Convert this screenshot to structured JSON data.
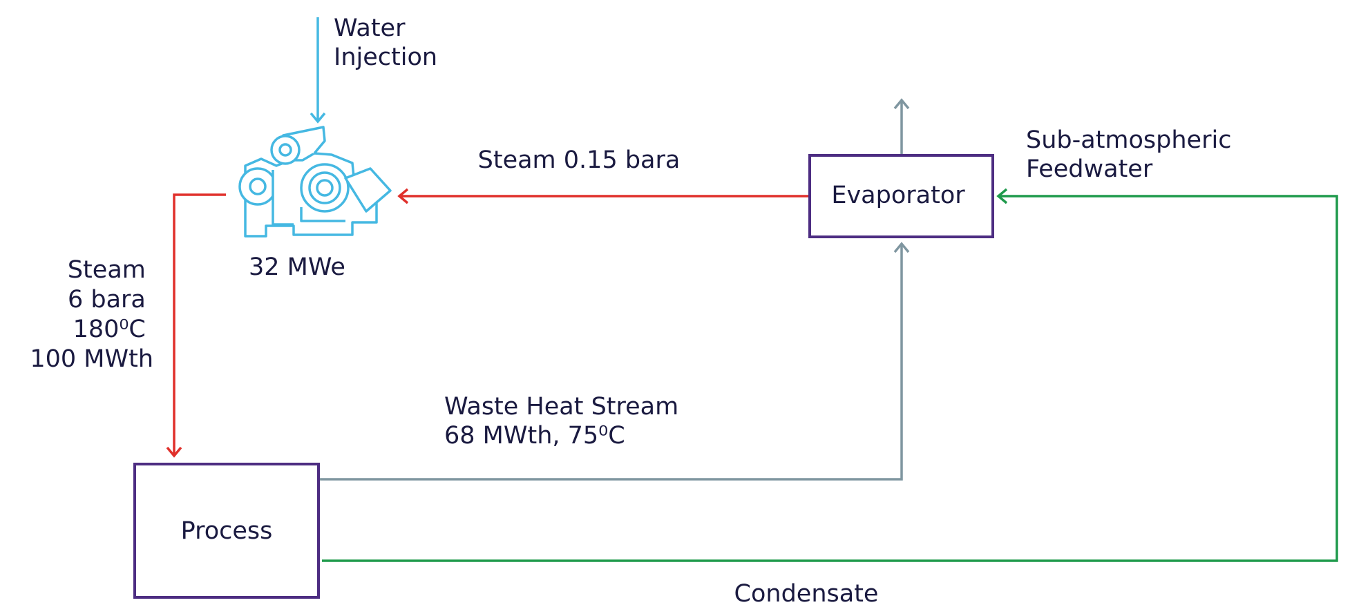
{
  "nodes": {
    "process": "Process",
    "evaporator": "Evaporator",
    "turbine_output": "32 MWe"
  },
  "flows": {
    "water_injection": [
      "Water",
      "Injection"
    ],
    "steam_in": "Steam 0.15 bara",
    "feedwater": [
      "Sub-atmospheric",
      "Feedwater"
    ],
    "steam_out": [
      "Steam",
      "6 bara",
      "180⁰C",
      "100 MWth"
    ],
    "waste_heat": [
      "Waste Heat Stream",
      "68 MWth, 75⁰C"
    ],
    "condensate": "Condensate"
  },
  "colors": {
    "steam": "#e0302b",
    "water": "#45b8e2",
    "waste_heat": "#7f96a0",
    "condensate": "#1f9a4c",
    "box_border": "#4d2d82",
    "text": "#1a1a40"
  },
  "icons": {
    "turbine": "turbine-icon"
  }
}
